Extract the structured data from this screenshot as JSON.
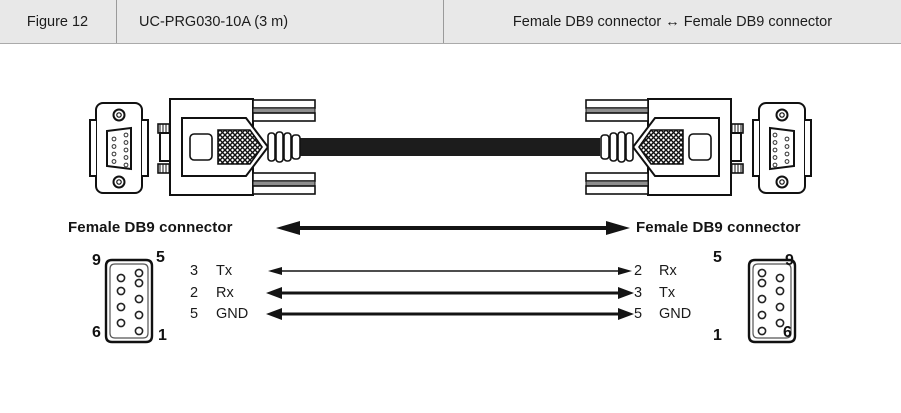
{
  "header": {
    "figure_label": "Figure 12",
    "part_number": "UC-PRG030-10A (3 m)",
    "connection": "Female DB9 connector ↔ Female DB9 connector"
  },
  "diagram": {
    "left_connector_title": "Female DB9 connector",
    "right_connector_title": "Female DB9 connector",
    "left_pinout": {
      "corner_top_left": "9",
      "corner_top_right": "5",
      "corner_bottom_left": "6",
      "corner_bottom_right": "1"
    },
    "right_pinout": {
      "corner_top_left": "5",
      "corner_top_right": "9",
      "corner_bottom_left": "1",
      "corner_bottom_right": "6"
    },
    "signals": [
      {
        "left_pin": "3",
        "left_name": "Tx",
        "right_pin": "2",
        "right_name": "Rx"
      },
      {
        "left_pin": "2",
        "left_name": "Rx",
        "right_pin": "3",
        "right_name": "Tx"
      },
      {
        "left_pin": "5",
        "left_name": "GND",
        "right_pin": "5",
        "right_name": "GND"
      }
    ],
    "icons": {
      "left_arrow": "left-arrow-icon",
      "right_arrow": "right-arrow-icon",
      "bidirectional_arrow": "bidirectional-arrow-icon",
      "cable": "serial-cable-illustration",
      "db9_face": "db9-connector-face-icon"
    },
    "colors": {
      "header_background": "#e8e8e8",
      "line": "#141414",
      "cable": "#1c1c1c",
      "page_background": "#ffffff"
    }
  }
}
